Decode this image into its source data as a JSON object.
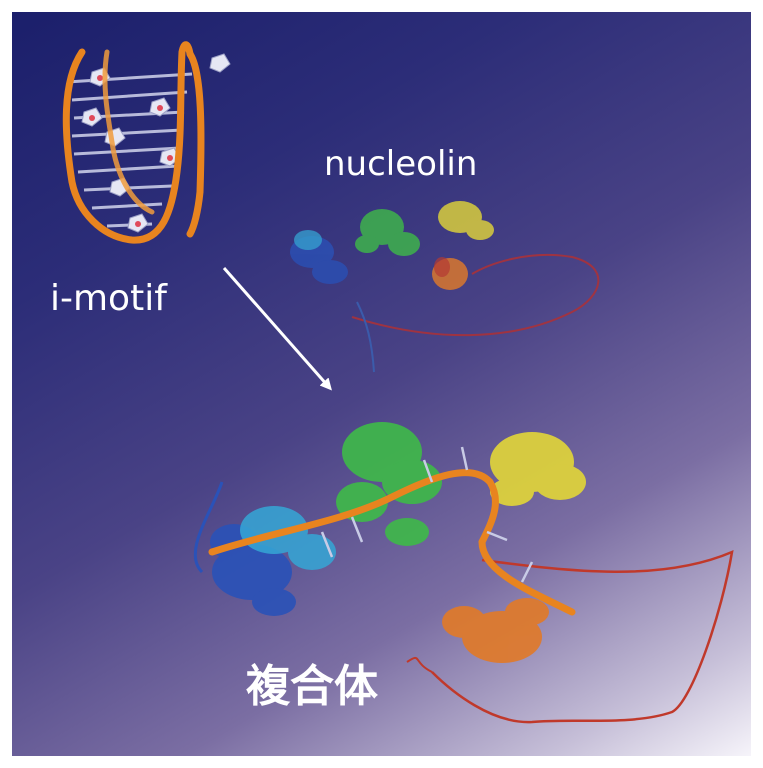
{
  "labels": {
    "nucleolin": "nucleolin",
    "i_motif": "i-motif",
    "complex": "複合体"
  },
  "colors": {
    "dna_backbone": "#e8841f",
    "dna_base": "#c8cbe6",
    "domain_1": "#2a52b8",
    "domain_1_light": "#35a7d6",
    "domain_2": "#3fb84a",
    "domain_3": "#e0d43a",
    "domain_4": "#e07a2a",
    "tail": "#c0392b",
    "arrow": "#ffffff"
  },
  "icons": {
    "arrow": "arrow-down-right",
    "structures": [
      "i-motif-dna-structure",
      "nucleolin-protein-structure",
      "complex-structure"
    ]
  }
}
